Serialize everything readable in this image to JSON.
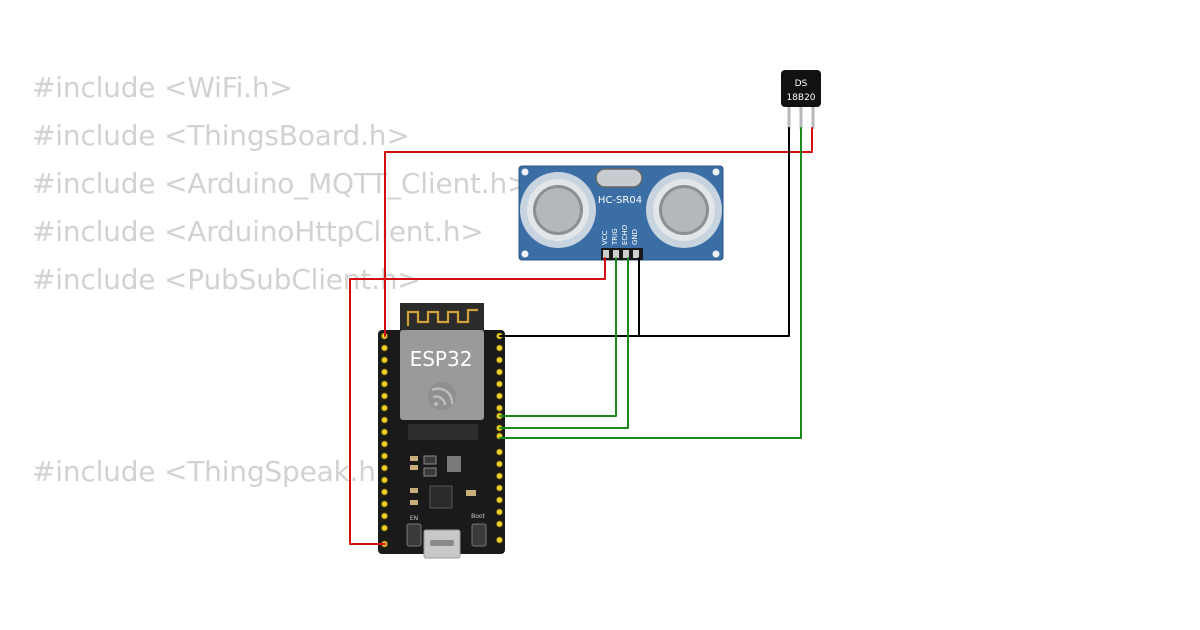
{
  "code_lines": [
    "#include <WiFi.h>",
    "#include <ThingsBoard.h>",
    "#include <Arduino_MQTT_Client.h>",
    "#include <ArduinoHttpClient.h>",
    "#include <PubSubClient.h>",
    "#include <ThingSpeak.h>"
  ],
  "sensor_ds18b20": {
    "label_line1": "DS",
    "label_line2": "18B20"
  },
  "sensor_hcsr04": {
    "label": "HC-SR04",
    "pins": [
      "VCC",
      "TRIG",
      "ECHO",
      "GND"
    ]
  },
  "esp32": {
    "label": "ESP32",
    "boot_label": "Boot",
    "en_label": "EN"
  },
  "colors": {
    "wire_power": "#d01010",
    "wire_ground": "#000000",
    "wire_signal": "#1a8a1a",
    "pcb_blue": "#3a6ea5",
    "board_black": "#1a1a1a"
  }
}
